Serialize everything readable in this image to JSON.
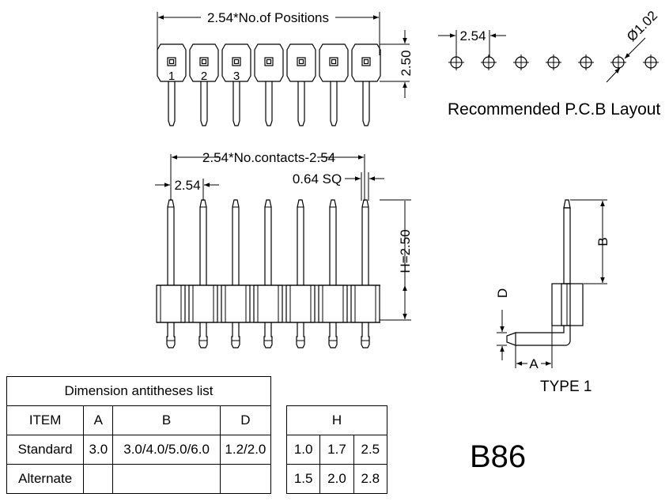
{
  "top_view": {
    "width_label": "2.54*No.of Positions",
    "height_label": "2.50",
    "pin_numbers": [
      "1",
      "2",
      "3"
    ]
  },
  "side_view": {
    "span_label": "2.54*No.contacts-2.54",
    "pitch_label": "2.54",
    "pin_size_label": "0.64 SQ",
    "height_label": "H=2.50"
  },
  "pcb_layout": {
    "pitch_label": "2.54",
    "hole_label": "Ø1.02",
    "title": "Recommended P.C.B Layout"
  },
  "type_view": {
    "label_a": "A",
    "label_b": "B",
    "label_d": "D",
    "title": "TYPE 1"
  },
  "dimension_table": {
    "title": "Dimension antitheses list",
    "headers": [
      "ITEM",
      "A",
      "B",
      "D"
    ],
    "rows": [
      [
        "Standard",
        "3.0",
        "3.0/4.0/5.0/6.0",
        "1.2/2.0"
      ],
      [
        "Alternate",
        "",
        "",
        ""
      ]
    ]
  },
  "h_table": {
    "title": "H",
    "rows": [
      [
        "1.0",
        "1.7",
        "2.5"
      ],
      [
        "1.5",
        "2.0",
        "2.8"
      ]
    ]
  },
  "part_code": "B86"
}
